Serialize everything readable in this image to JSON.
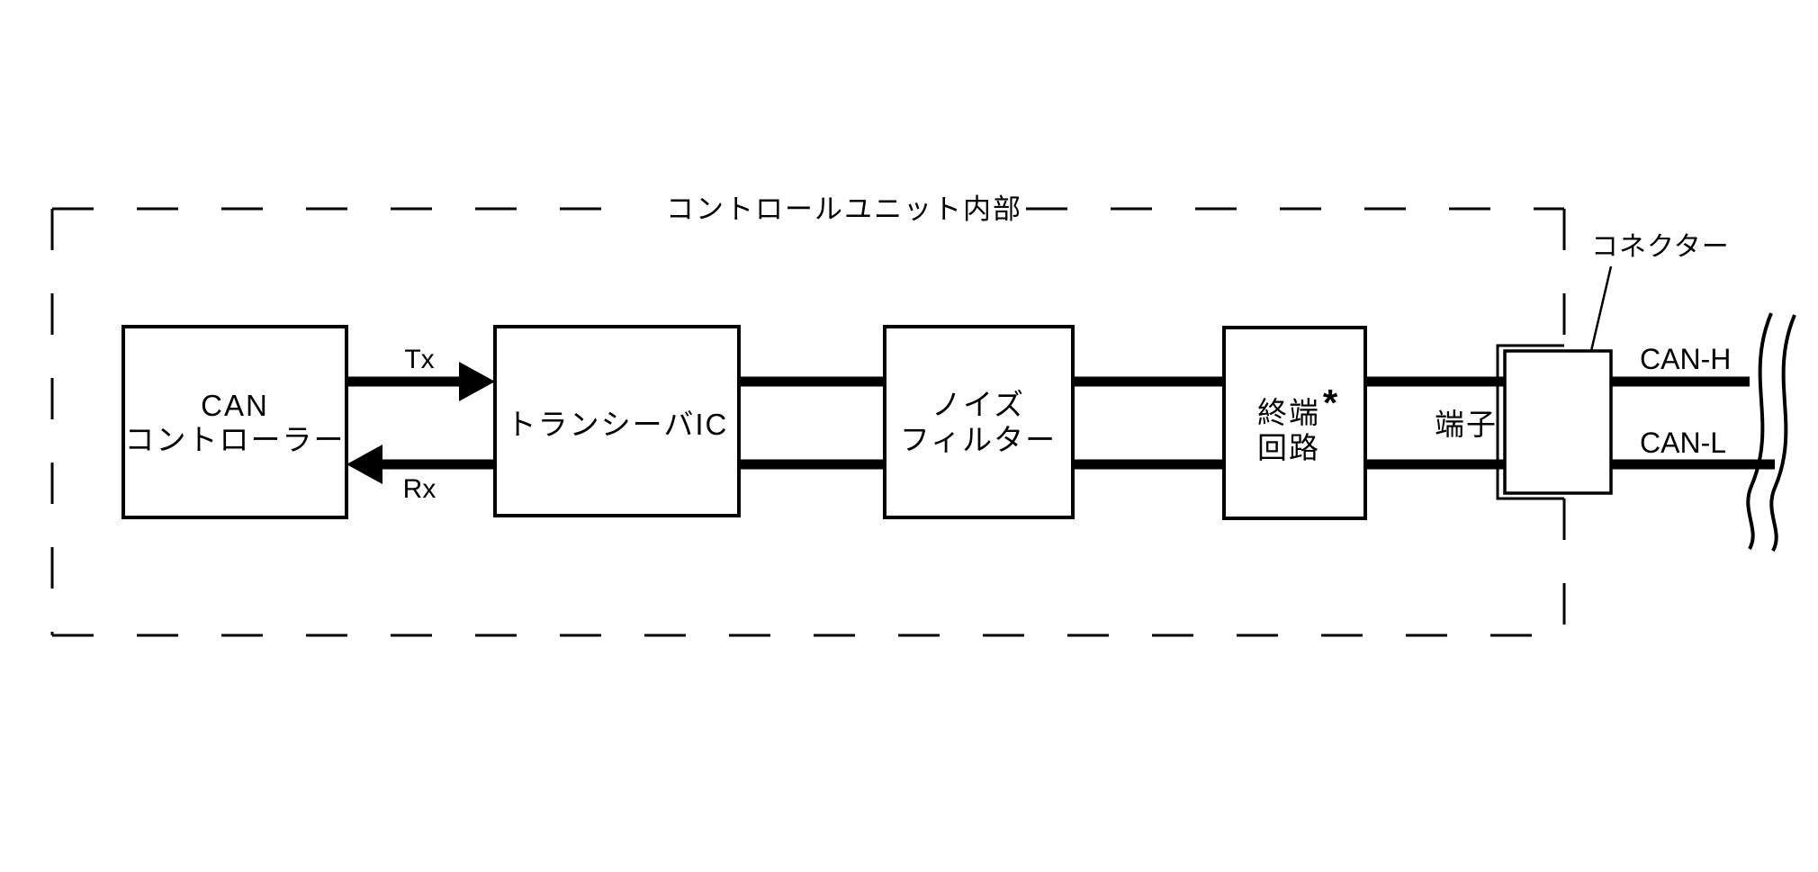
{
  "diagram": {
    "title": "コントロールユニット内部",
    "blocks": [
      {
        "name": "can-controller",
        "lines": [
          "CAN",
          "コントローラー"
        ]
      },
      {
        "name": "transceiver-ic",
        "lines": [
          "トランシーバIC"
        ]
      },
      {
        "name": "noise-filter",
        "lines": [
          "ノイズ",
          "フィルター"
        ]
      },
      {
        "name": "termination-circuit",
        "lines": [
          "終端",
          "回路"
        ],
        "footnote_marker": "*"
      }
    ],
    "labels": {
      "tx": "Tx",
      "rx": "Rx",
      "terminal": "端子",
      "connector": "コネクター",
      "can_high": "CAN-H",
      "can_low": "CAN-L"
    },
    "colors": {
      "stroke": "#000000",
      "background": "#ffffff"
    }
  }
}
